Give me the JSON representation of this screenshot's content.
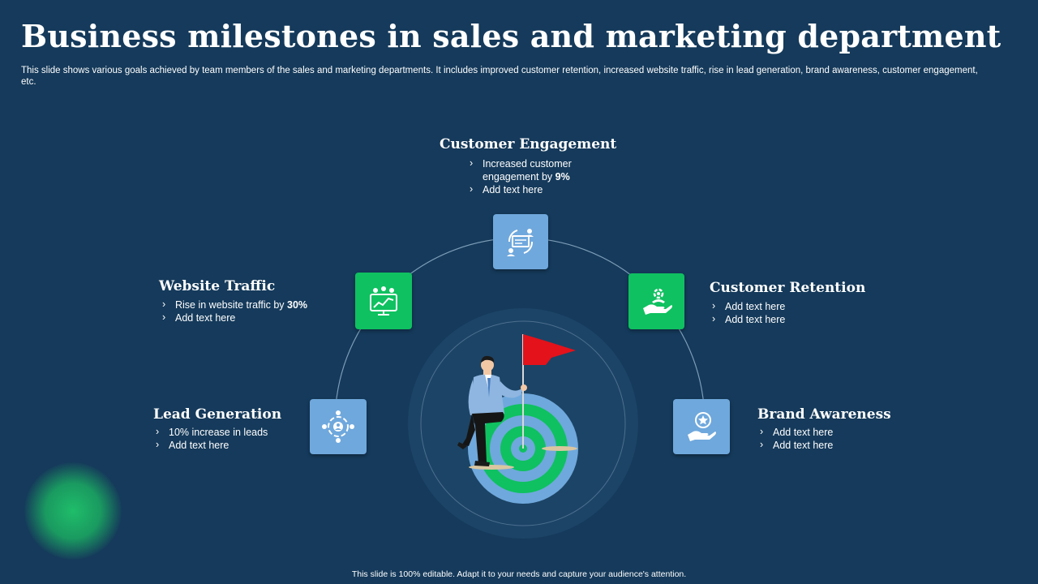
{
  "title": "Business milestones in sales and marketing department",
  "subtitle": "This slide shows various goals achieved by team members of the sales and marketing departments. It includes improved customer retention, increased website traffic, rise in lead generation, brand awareness, customer engagement, etc.",
  "footer": "This slide is 100% editable. Adapt it to your needs and capture your audience's attention.",
  "colors": {
    "background": "#153a5b",
    "green": "#0fc160",
    "blue": "#6fa8dc",
    "flag": "#e3121b"
  },
  "milestones": {
    "customer_engagement": {
      "heading": "Customer Engagement",
      "icon": "engagement-cycle-icon",
      "points": [
        {
          "text": "Increased customer engagement by ",
          "strong": "9%"
        },
        {
          "text": "Add text here"
        }
      ]
    },
    "website_traffic": {
      "heading": "Website Traffic",
      "icon": "web-traffic-icon",
      "points": [
        {
          "text": "Rise in website traffic by ",
          "strong": "30%"
        },
        {
          "text": "Add text here"
        }
      ]
    },
    "customer_retention": {
      "heading": "Customer Retention",
      "icon": "retention-hand-icon",
      "points": [
        {
          "text": "Add text here"
        },
        {
          "text": "Add text here"
        }
      ]
    },
    "lead_generation": {
      "heading": "Lead Generation",
      "icon": "lead-target-icon",
      "points": [
        {
          "text": "10% increase in leads"
        },
        {
          "text": "Add text here"
        }
      ]
    },
    "brand_awareness": {
      "heading": "Brand Awareness",
      "icon": "star-hand-icon",
      "points": [
        {
          "text": "Add text here"
        },
        {
          "text": "Add text here"
        }
      ]
    }
  },
  "illustration": "businessman-target-flag-illustration"
}
